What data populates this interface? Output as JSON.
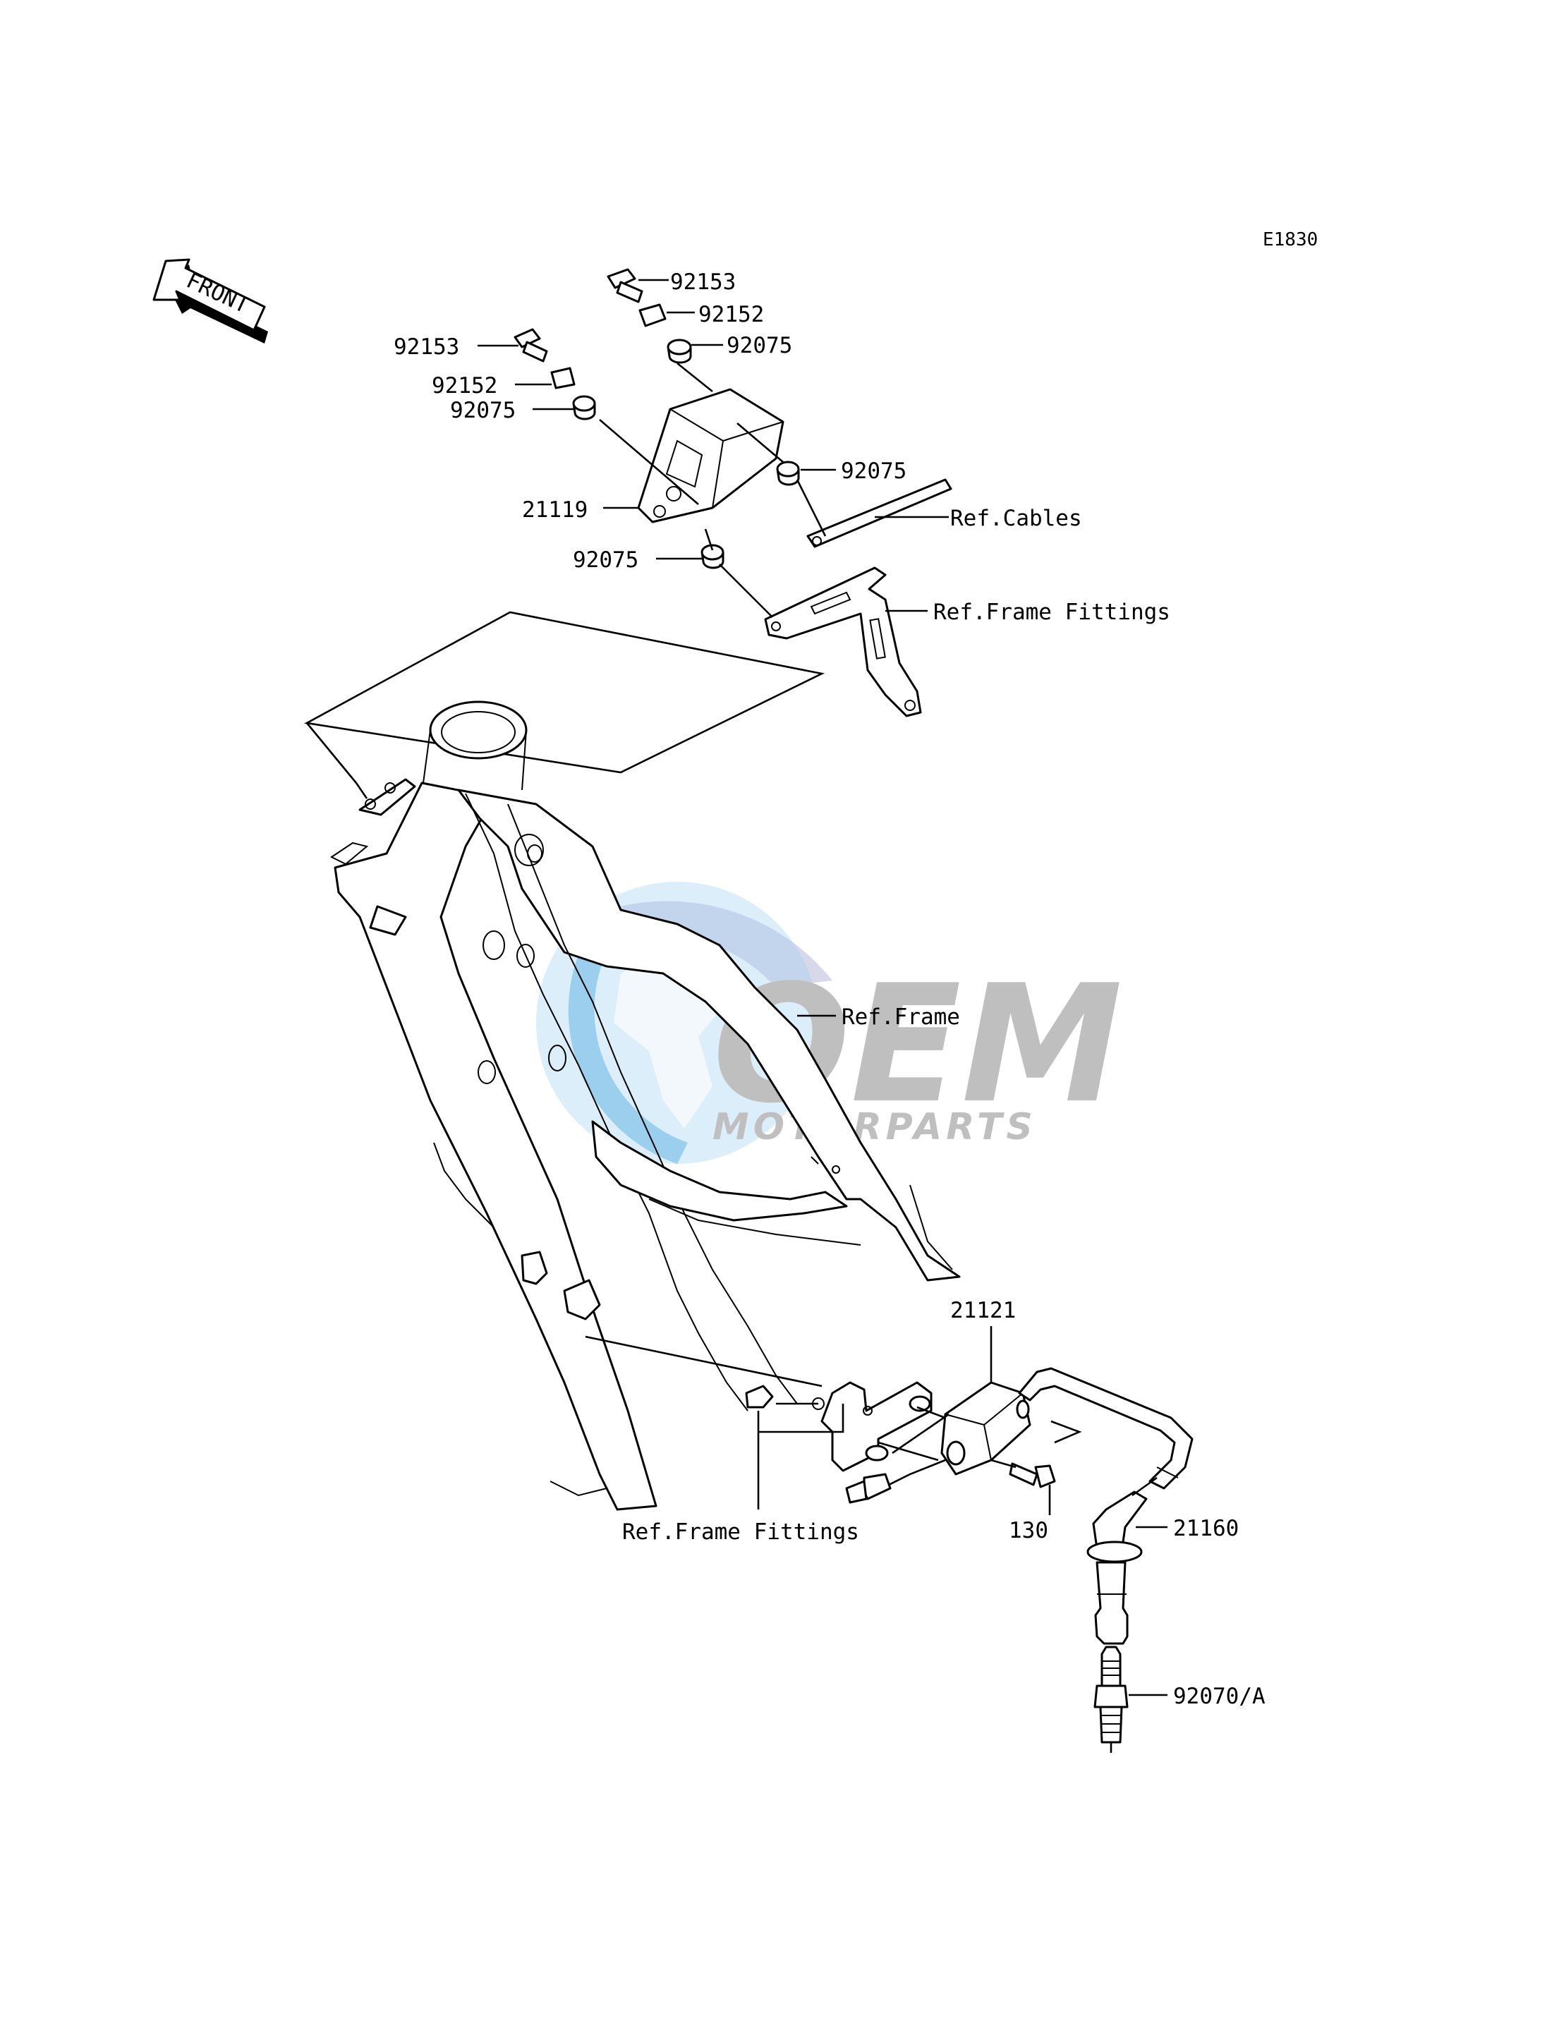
{
  "diagram": {
    "code": "E1830",
    "front_label": "FRONT",
    "watermark": {
      "brand": "OEM",
      "tagline": "MOTORPARTS"
    },
    "callouts": {
      "top_92153": "92153",
      "top_92152": "92152",
      "top_92075": "92075",
      "left_92153": "92153",
      "left_92152": "92152",
      "left_92075": "92075",
      "right_92075": "92075",
      "p21119": "21119",
      "lower_92075": "92075",
      "ref_cables": "Ref.Cables",
      "ref_frame_fittings_top": "Ref.Frame Fittings",
      "ref_frame": "Ref.Frame",
      "p21121": "21121",
      "p130": "130",
      "p21160": "21160",
      "p92070a": "92070/A",
      "ref_frame_fittings_bottom": "Ref.Frame Fittings"
    },
    "colors": {
      "line": "#000000",
      "watermark_blue": "#4aa8e0",
      "watermark_gray": "#8c8c8c",
      "watermark_lavender": "#b9b9dc"
    }
  }
}
